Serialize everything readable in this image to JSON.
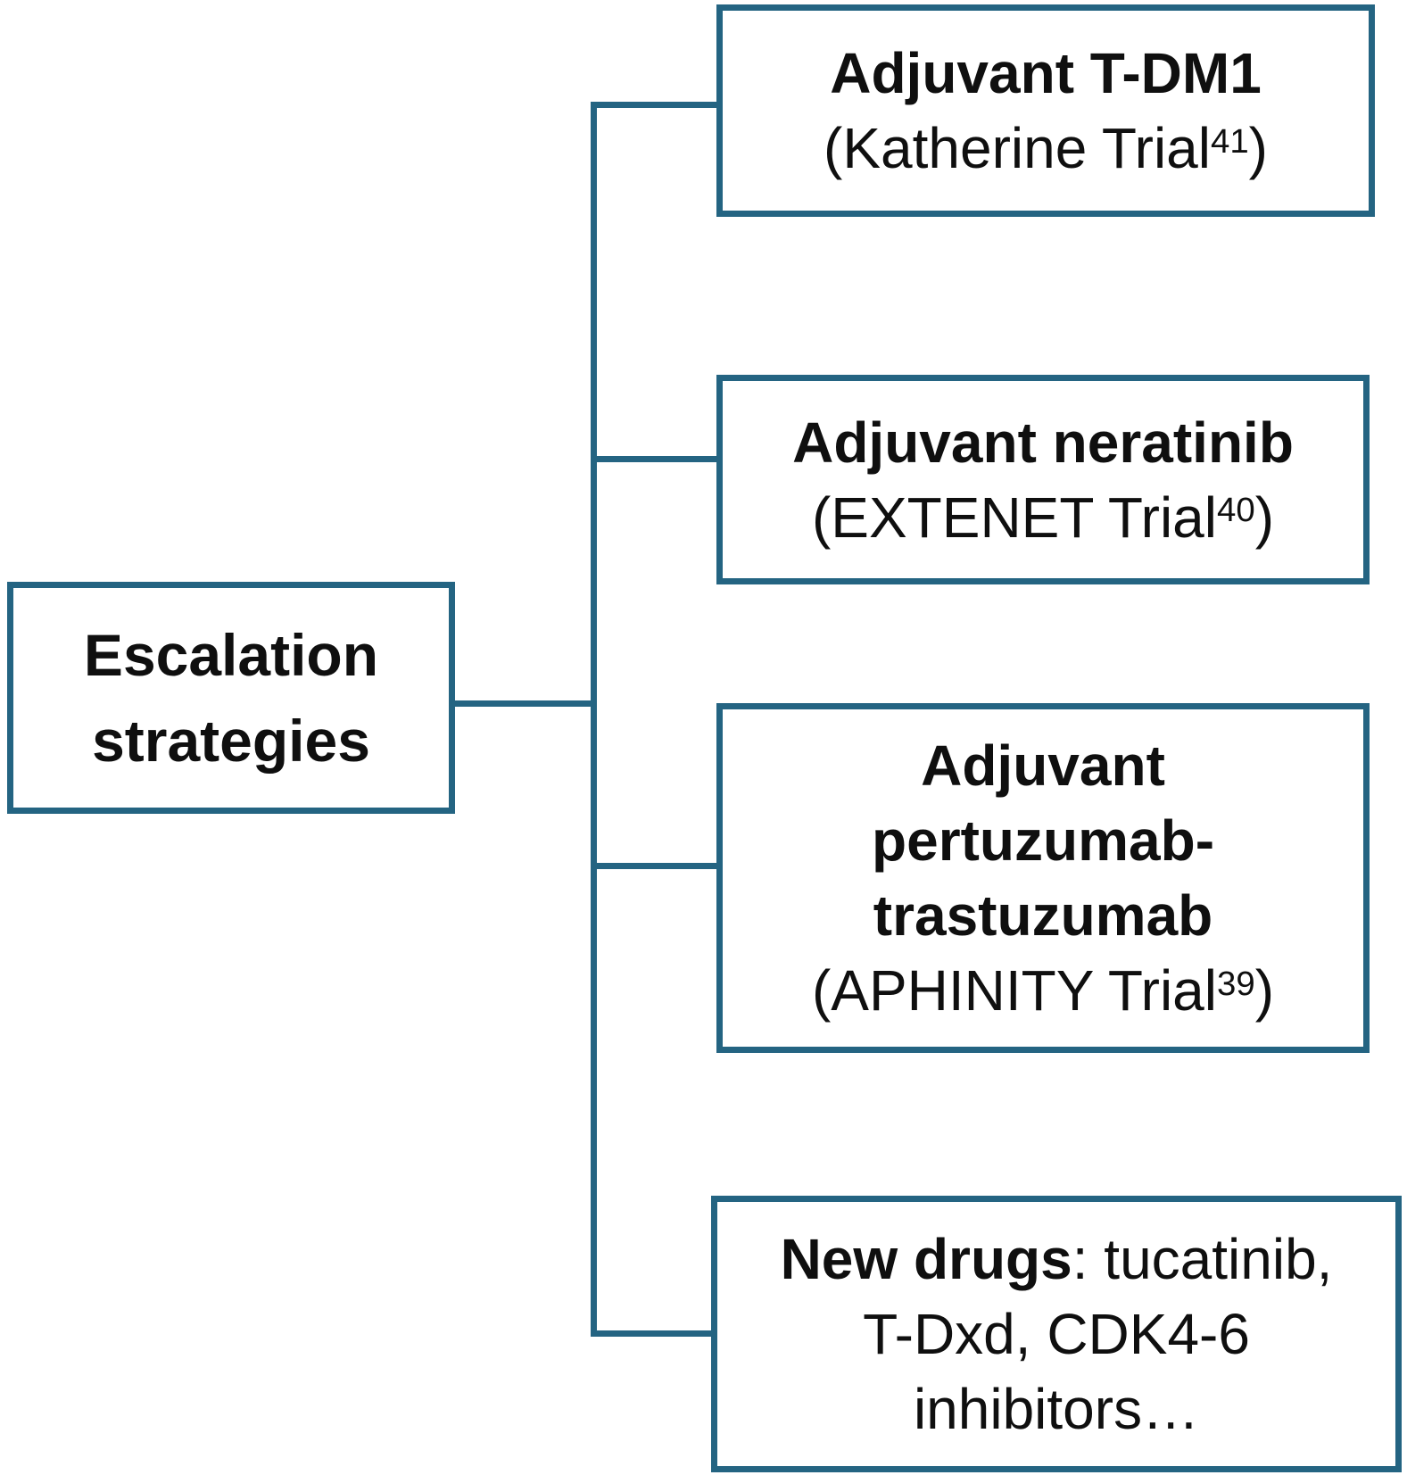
{
  "colors": {
    "line": "#246482",
    "text": "#0f0f0f",
    "bg": "#ffffff"
  },
  "root_node": {
    "label": "Escalation\nstrategies"
  },
  "nodes": [
    {
      "title": "Adjuvant T-DM1",
      "trial_pre": "(Katherine Trial",
      "ref": "41",
      "trial_post": ")"
    },
    {
      "title": "Adjuvant neratinib",
      "trial_pre": "(EXTENET Trial",
      "ref": "40",
      "trial_post": ")"
    },
    {
      "title": "Adjuvant\npertuzumab-\ntrastuzumab",
      "trial_pre": "(APHINITY Trial",
      "ref": "39",
      "trial_post": ")"
    },
    {
      "lead": "New drugs",
      "rest": ": tucatinib,\nT-Dxd, CDK4-6\ninhibitors…"
    }
  ]
}
